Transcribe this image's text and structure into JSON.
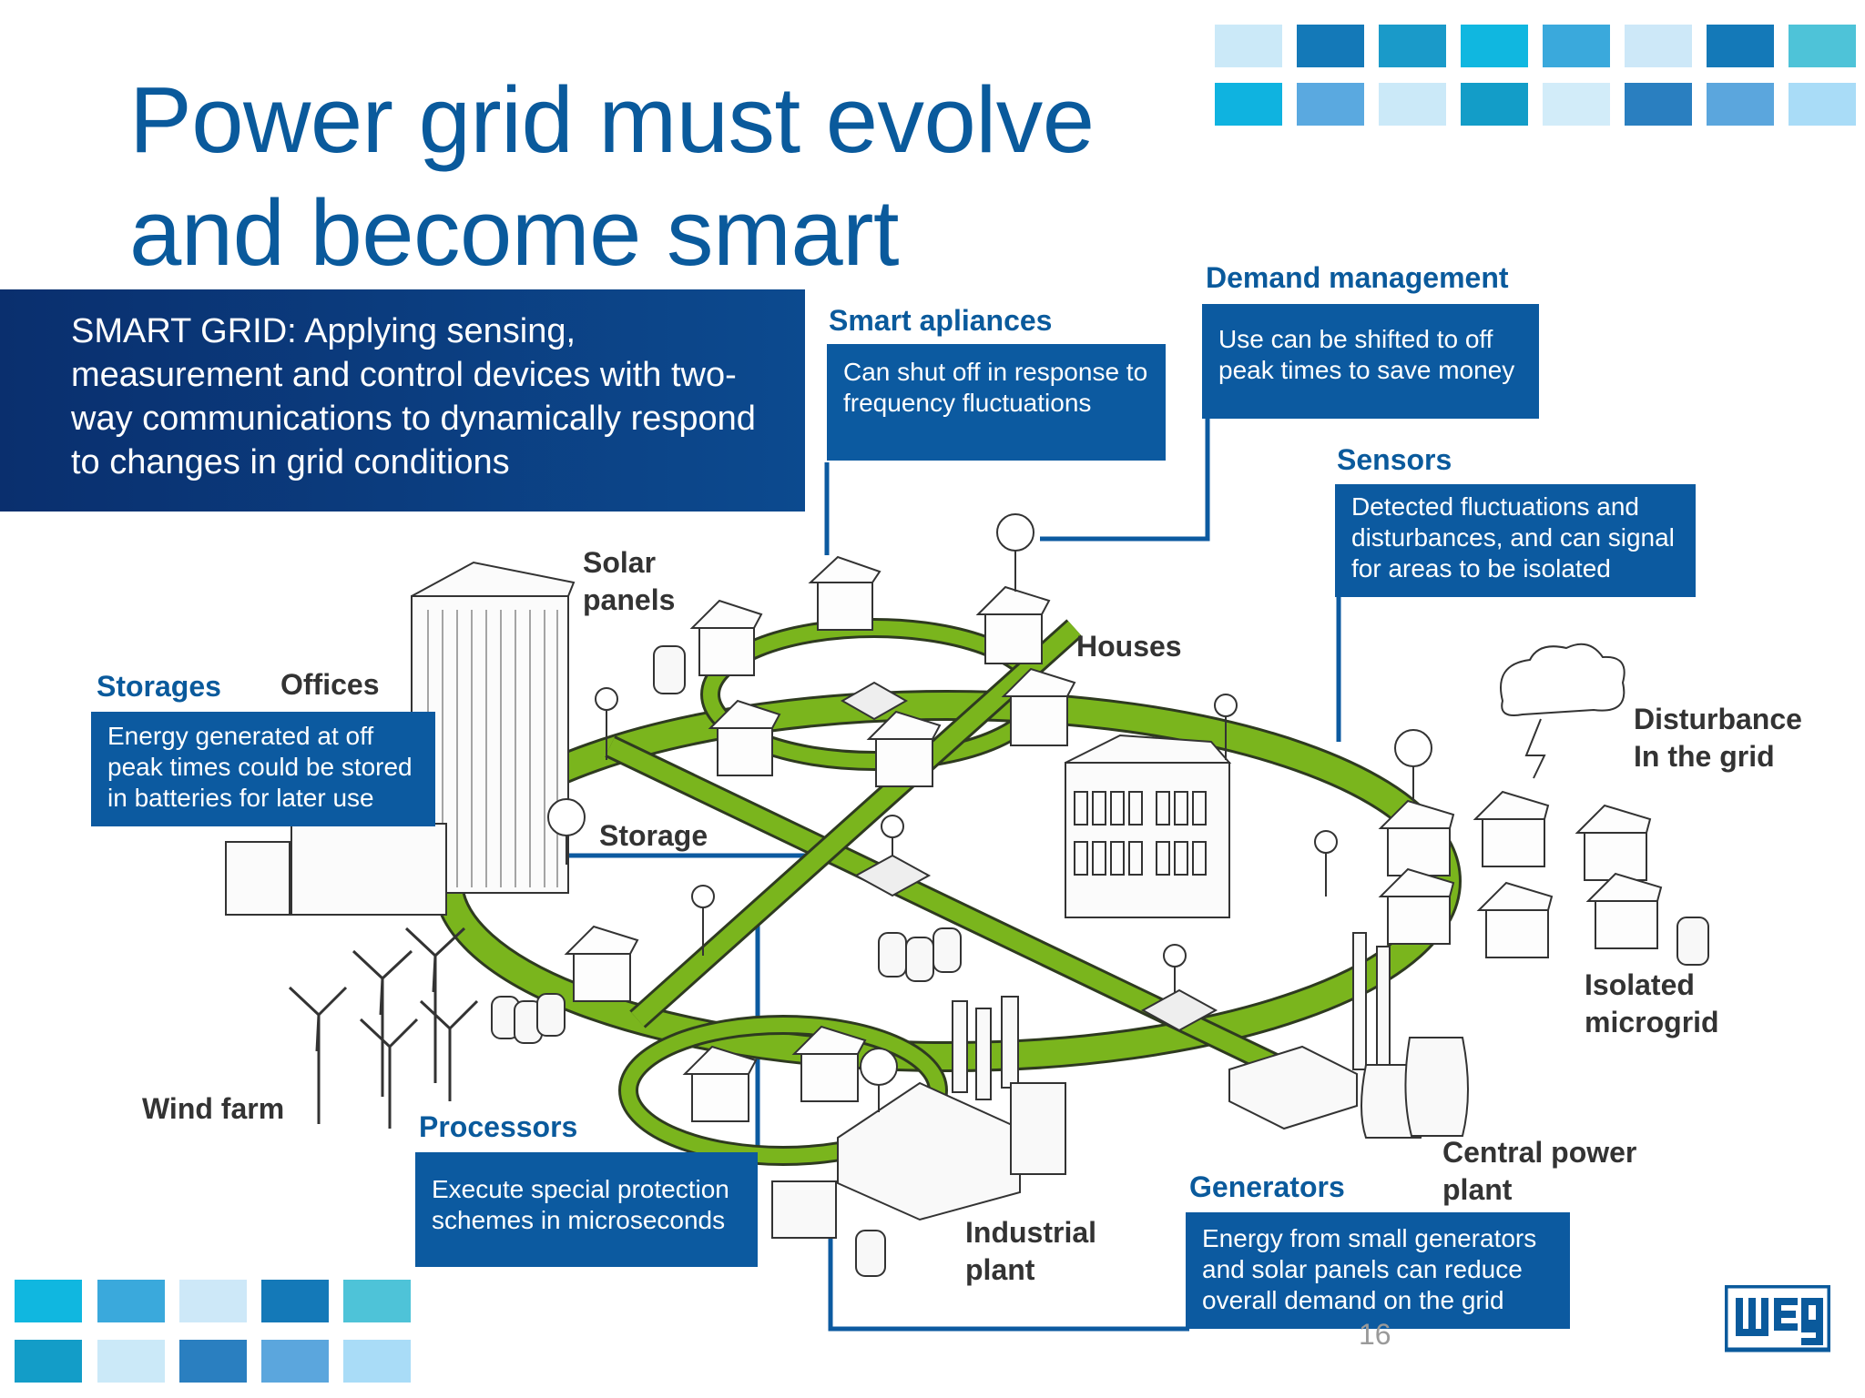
{
  "title": {
    "line1": "Power grid must evolve",
    "line2": "and become smart"
  },
  "smart_grid_definition": "SMART GRID: Applying sensing, measurement and control devices with two-way communications to dynamically respond to changes in grid conditions",
  "callouts": {
    "smart_appliances": {
      "title": "Smart apliances",
      "text": "Can shut off in response to frequency fluctuations"
    },
    "demand_management": {
      "title": "Demand management",
      "text": "Use can be shifted to off peak times to save money"
    },
    "sensors": {
      "title": "Sensors",
      "text": "Detected fluctuations and disturbances, and can signal for areas to be isolated"
    },
    "storages": {
      "title": "Storages",
      "text": "Energy generated at off peak times could be stored in batteries for later use"
    },
    "processors": {
      "title": "Processors",
      "text": "Execute special protection schemes in microseconds"
    },
    "generators": {
      "title": "Generators",
      "text": "Energy from small generators and solar panels can reduce overall demand on the grid"
    }
  },
  "diagram_labels": {
    "solar_panels": "Solar\npanels",
    "houses": "Houses",
    "offices": "Offices",
    "storage": "Storage",
    "wind_farm": "Wind farm",
    "disturbance": "Disturbance\nIn the grid",
    "isolated_microgrid": "Isolated\nmicrogrid",
    "central_power_plant": "Central power\nplant",
    "industrial_plant": "Industrial\nplant"
  },
  "page_number": "16",
  "logo_text": "WEG",
  "colors": {
    "title_blue": "#0a5a9c",
    "box_blue": "#0c5aa0",
    "grid_green": "#7ab51d",
    "dark_navy": "#0a2f6e"
  }
}
